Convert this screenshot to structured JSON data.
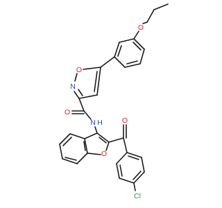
{
  "molecule": {
    "atoms": {
      "o_ether": "O",
      "o_isoxazole": "O",
      "n_isoxazole": "N",
      "o_amide": "O",
      "n_amide": "N",
      "h_amide": "H",
      "o_ketone": "O",
      "o_furan": "O",
      "cl": "Cl"
    }
  },
  "colors": {
    "carbon_bond": "#1a1a1a",
    "oxygen": "#e0201a",
    "nitrogen": "#2b3fd6",
    "chlorine": "#2f9a2f",
    "background": "#ffffff"
  }
}
